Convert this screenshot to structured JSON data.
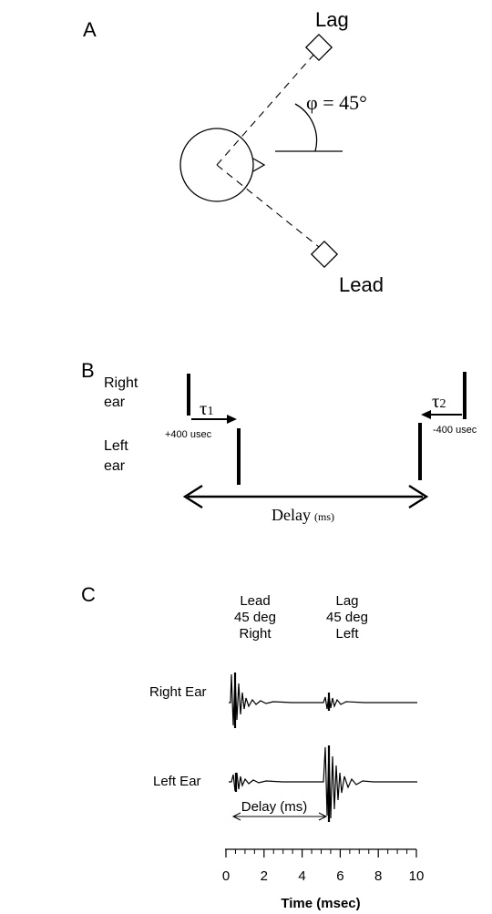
{
  "panel_a": {
    "letter": "A",
    "lag_label": "Lag",
    "lead_label": "Lead",
    "phi_symbol": "φ",
    "phi_text": " = 45°"
  },
  "panel_b": {
    "letter": "B",
    "right_ear_line1": "Right",
    "right_ear_line2": "ear",
    "left_ear_line1": "Left",
    "left_ear_line2": "ear",
    "tau1": "τ",
    "tau1_sub": "1",
    "tau2": "τ",
    "tau2_sub": "2",
    "plus_delay": "+400 usec",
    "minus_delay": "-400 usec",
    "delay_label": "Delay",
    "delay_unit": "(ms)"
  },
  "panel_c": {
    "letter": "C",
    "lead_header": [
      "Lead",
      "45 deg",
      "Right"
    ],
    "lag_header": [
      "Lag",
      "45 deg",
      "Left"
    ],
    "right_ear_label": "Right Ear",
    "left_ear_label": "Left Ear",
    "delay_label": "Delay (ms)",
    "x_ticks": [
      "0",
      "2",
      "4",
      "6",
      "8",
      "10"
    ],
    "x_axis_title": "Time (msec)"
  }
}
